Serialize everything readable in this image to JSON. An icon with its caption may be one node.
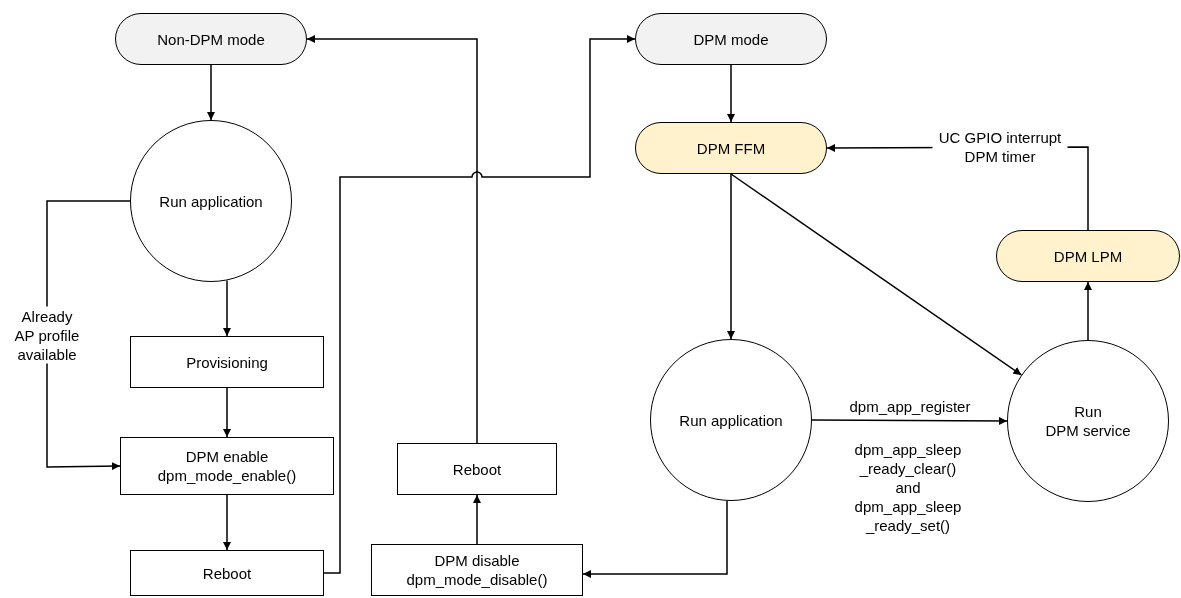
{
  "diagram": {
    "nodes": [
      {
        "text": [
          "Non-DPM mode"
        ]
      },
      {
        "text": [
          "Run application"
        ]
      },
      {
        "text": [
          "Provisioning"
        ]
      },
      {
        "text": [
          "DPM enable",
          "dpm_mode_enable()"
        ]
      },
      {
        "text": [
          "Reboot"
        ]
      },
      {
        "text": [
          "Reboot"
        ]
      },
      {
        "text": [
          "DPM disable",
          "dpm_mode_disable()"
        ]
      },
      {
        "text": [
          "DPM mode"
        ]
      },
      {
        "text": [
          "DPM FFM"
        ]
      },
      {
        "text": [
          "DPM LPM"
        ]
      },
      {
        "text": [
          "Run application"
        ]
      },
      {
        "text": [
          "Run",
          "DPM service"
        ]
      }
    ],
    "edges": [
      {
        "from": 0,
        "to": 1,
        "arrow": "to"
      },
      {
        "from": 1,
        "to": 2,
        "arrow": "to"
      },
      {
        "from": 1,
        "to": 3,
        "arrow": "to",
        "label": "Already AP profile available"
      },
      {
        "from": 2,
        "to": 3,
        "arrow": "to"
      },
      {
        "from": 3,
        "to": 4,
        "arrow": "to"
      },
      {
        "from": 4,
        "to": 7,
        "arrow": "to"
      },
      {
        "from": 5,
        "to": 0,
        "arrow": "to"
      },
      {
        "from": 6,
        "to": 5,
        "arrow": "to"
      },
      {
        "from": 7,
        "to": 8,
        "arrow": "to"
      },
      {
        "from": 8,
        "to": 10,
        "arrow": "to"
      },
      {
        "from": 8,
        "to": 11,
        "arrow": "to"
      },
      {
        "from": 11,
        "to": 9,
        "arrow": "to"
      },
      {
        "from": 9,
        "to": 8,
        "arrow": "to",
        "label": "UC GPIO interrupt DPM timer"
      },
      {
        "from": 10,
        "to": 11,
        "arrow": "to",
        "label": "dpm_app_register"
      },
      {
        "from": 10,
        "to": 6,
        "arrow": "to"
      }
    ],
    "labels": [
      "dpm_app_sleep _ready_clear() and dpm_app_sleep _ready_set()"
    ]
  }
}
